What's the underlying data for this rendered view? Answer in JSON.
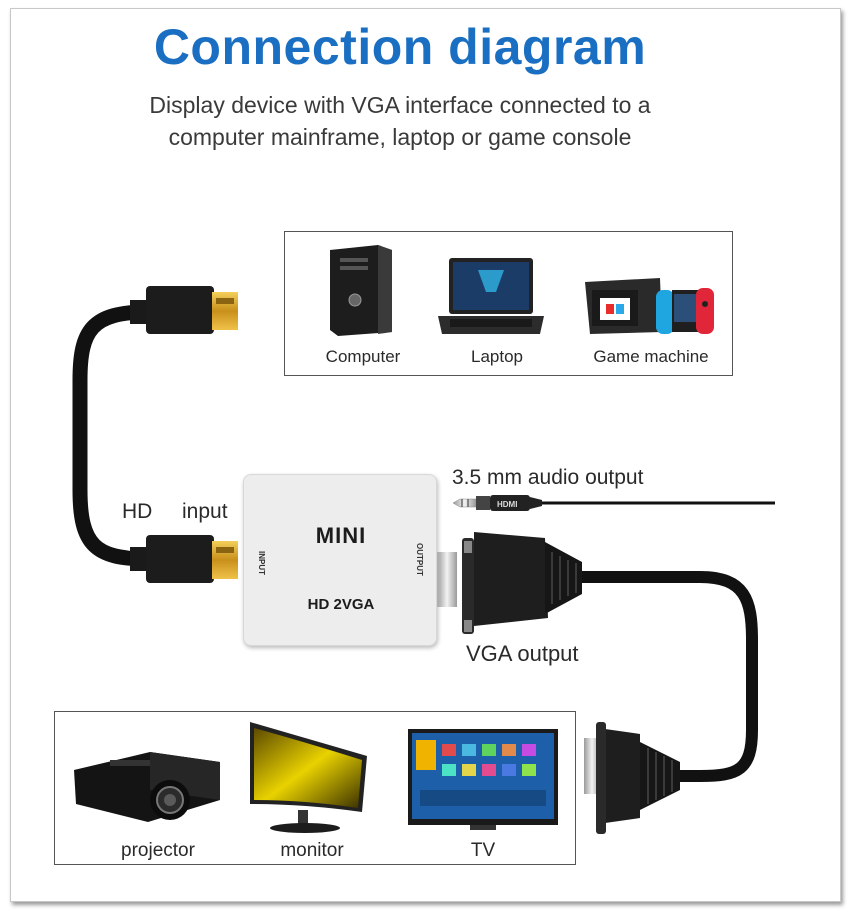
{
  "title": "Connection diagram",
  "subtitle_lines": [
    "Display device with VGA interface connected to a",
    "computer mainframe, laptop or game console"
  ],
  "sources": [
    {
      "label": "Computer",
      "icon": "computer-tower-icon"
    },
    {
      "label": "Laptop",
      "icon": "laptop-icon"
    },
    {
      "label": "Game machine",
      "icon": "game-console-icon"
    }
  ],
  "displays": [
    {
      "label": "projector",
      "icon": "projector-icon"
    },
    {
      "label": "monitor",
      "icon": "monitor-icon"
    },
    {
      "label": "TV",
      "icon": "tv-icon"
    }
  ],
  "adapter": {
    "brand": "MINI",
    "model": "HD 2VGA",
    "input_port": "INPUT",
    "output_port": "OUTPUT"
  },
  "labels": {
    "hd": "HD",
    "input": "input",
    "audio_output": "3.5 mm audio output",
    "vga_output": "VGA output",
    "jack_brand": "HDMI"
  },
  "colors": {
    "title": "#1a6fc2",
    "cable": "#1a1a1a",
    "gold": "#d9a520",
    "adapter_body": "#ededed"
  }
}
